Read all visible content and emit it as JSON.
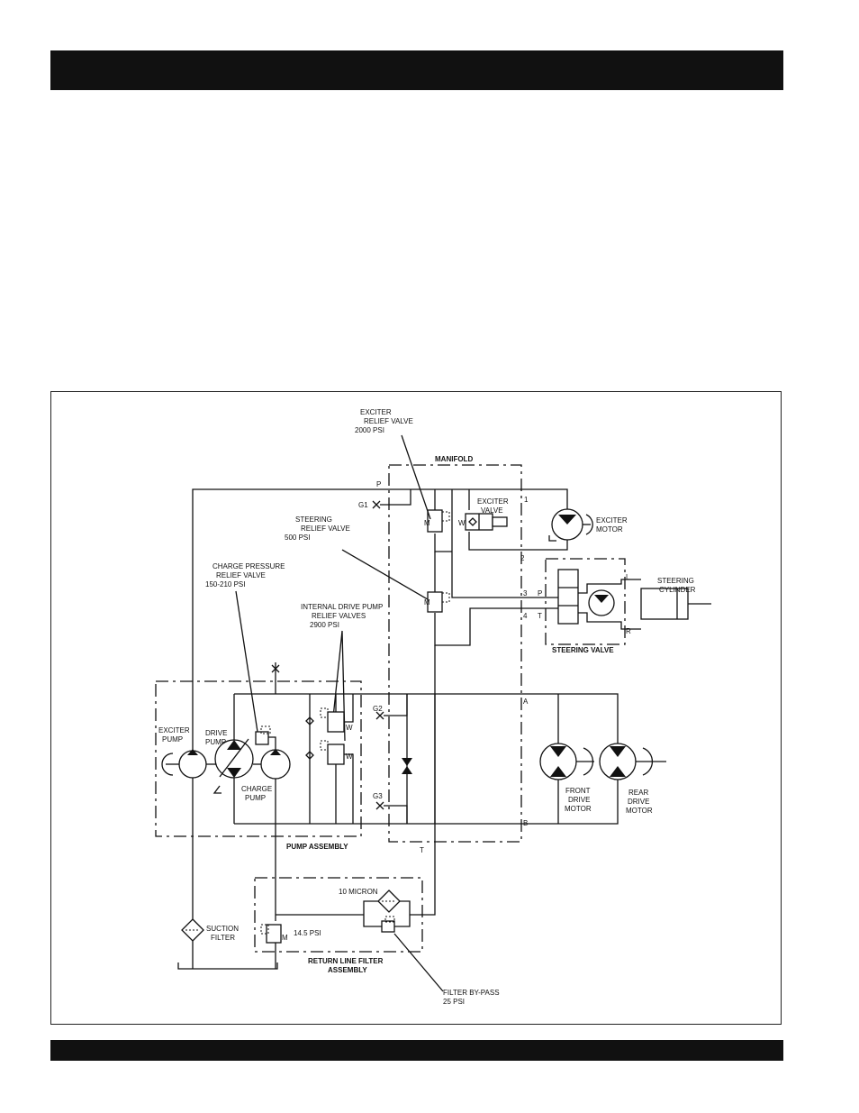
{
  "labels": {
    "exciter_relief": [
      "EXCITER",
      "RELIEF VALVE",
      "2000 PSI"
    ],
    "manifold": "MANIFOLD",
    "port_p": "P",
    "port_g1": "G1",
    "exciter_valve": [
      "EXCITER",
      "VALVE"
    ],
    "port_1": "1",
    "port_2": "2",
    "port_3": "3",
    "port_4": "4",
    "exciter_motor": [
      "EXCITER",
      "MOTOR"
    ],
    "steering_relief": [
      "STEERING",
      "RELIEF VALVE",
      "500 PSI"
    ],
    "charge_relief": [
      "CHARGE PRESSURE",
      "RELIEF VALVE",
      "150-210 PSI"
    ],
    "internal_drive": [
      "INTERNAL DRIVE PUMP",
      "RELIEF VALVES",
      "2900 PSI"
    ],
    "steering_cylinder": [
      "STEERING",
      "CYLINDER"
    ],
    "steering_valve": "STEERING VALVE",
    "sv_p": "P",
    "sv_t": "T",
    "sv_l": "L",
    "sv_r": "R",
    "exciter_pump": [
      "EXCITER",
      "PUMP"
    ],
    "drive_pump": [
      "DRIVE",
      "PUMP"
    ],
    "charge_pump": [
      "CHARGE",
      "PUMP"
    ],
    "port_g2": "G2",
    "port_g3": "G3",
    "port_a": "A",
    "port_b": "B",
    "front_drive_motor": [
      "FRONT",
      "DRIVE",
      "MOTOR"
    ],
    "rear_drive_motor": [
      "REAR",
      "DRIVE",
      "MOTOR"
    ],
    "pump_assembly": "PUMP ASSEMBLY",
    "port_t": "T",
    "micron": "10 MICRON",
    "suction_filter": [
      "SUCTION",
      "FILTER"
    ],
    "psi_145": "14.5 PSI",
    "return_filter": [
      "RETURN LINE FILTER",
      "ASSEMBLY"
    ],
    "filter_bypass": [
      "FILTER BY-PASS",
      "25 PSI"
    ]
  },
  "colors": {
    "ink": "#111111",
    "paper": "#ffffff"
  }
}
